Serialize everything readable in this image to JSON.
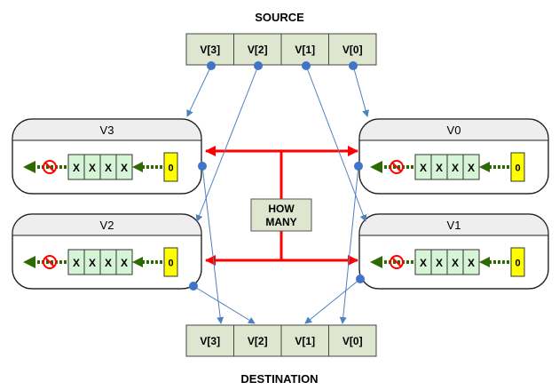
{
  "source_label": "SOURCE",
  "destination_label": "DESTINATION",
  "source_cells": [
    "V[3]",
    "V[2]",
    "V[1]",
    "V[0]"
  ],
  "destination_cells": [
    "V[3]",
    "V[2]",
    "V[1]",
    "V[0]"
  ],
  "center_label": [
    "HOW",
    "MANY"
  ],
  "units": [
    {
      "id": "v3",
      "title": "V3",
      "cells": [
        "X",
        "X",
        "X",
        "X"
      ],
      "counter": "0"
    },
    {
      "id": "v0",
      "title": "V0",
      "cells": [
        "X",
        "X",
        "X",
        "X"
      ],
      "counter": "0"
    },
    {
      "id": "v2",
      "title": "V2",
      "cells": [
        "X",
        "X",
        "X",
        "X"
      ],
      "counter": "0"
    },
    {
      "id": "v1",
      "title": "V1",
      "cells": [
        "X",
        "X",
        "X",
        "X"
      ],
      "counter": "0"
    }
  ],
  "colors": {
    "array_fill": "#dfe6d0",
    "unit_header": "#eeeeee",
    "queue_fill": "#d6f5d6",
    "counter_fill": "#ffff00",
    "flow_arrow": "#2d6b00",
    "stop": "#ff0000",
    "broadcast": "#ff0000",
    "link": "#4f81bd",
    "node": "#3f74c9"
  }
}
